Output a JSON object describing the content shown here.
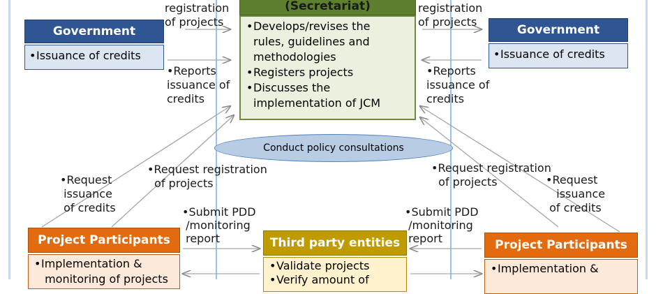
{
  "secretariat": {
    "title": "(Secretariat)",
    "items": [
      [
        "Develops/revises the",
        "rules, guidelines and",
        "methodologies"
      ],
      [
        "Registers projects"
      ],
      [
        "Discusses the",
        "implementation of JCM"
      ]
    ]
  },
  "government_left": {
    "title": "Government",
    "item": "Issuance of credits"
  },
  "government_right": {
    "title": "Government",
    "item": "Issuance of credits"
  },
  "labels": {
    "reg_left": [
      "registration",
      "of projects"
    ],
    "reg_right": [
      "registration",
      "of projects"
    ],
    "reports_left": [
      "•Reports",
      "issuance of",
      "credits"
    ],
    "reports_right": [
      "•Reports",
      "issuance of",
      "credits"
    ],
    "req_issuance_left": [
      "•Request",
      "issuance",
      "of credits"
    ],
    "req_reg_left": [
      "•Request registration",
      "of projects"
    ],
    "req_reg_right": [
      "•Request registration",
      "of projects"
    ],
    "req_issuance_right": [
      "•Request",
      "issuance",
      "of credits"
    ],
    "submit_left": [
      "•Submit PDD",
      "/monitoring",
      "report"
    ],
    "submit_right": [
      "•Submit PDD",
      "/monitoring",
      "report"
    ]
  },
  "consultation": "Conduct policy consultations",
  "pp_left": {
    "title": "Project Participants",
    "items": [
      "Implementation &",
      "monitoring of projects"
    ]
  },
  "pp_right": {
    "title": "Project Participants",
    "items": [
      "Implementation &"
    ]
  },
  "third_party": {
    "title": "Third party entities",
    "items": [
      "Validate projects",
      "Verify amount of"
    ]
  },
  "colors": {
    "blue": "#2f5592",
    "green": "#5e7f2e",
    "orange": "#e26b10",
    "gold": "#c09b00",
    "arrow": "#a6a6a6"
  }
}
